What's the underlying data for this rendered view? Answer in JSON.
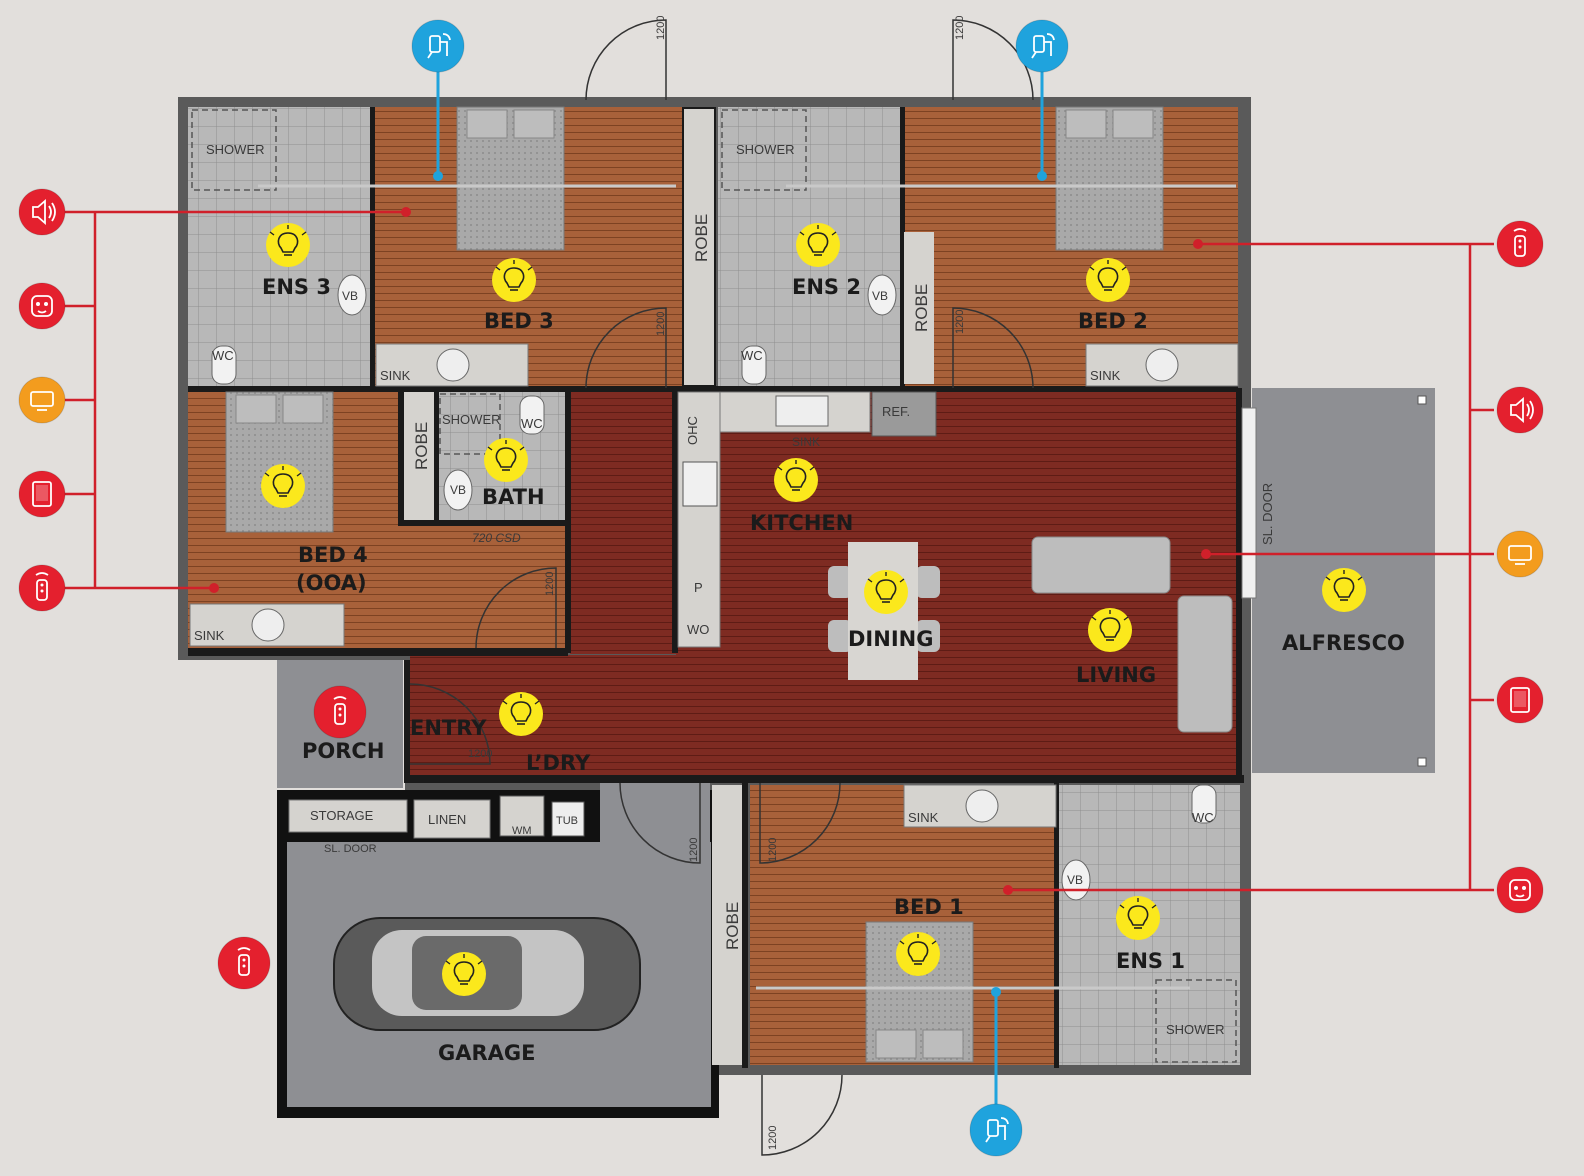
{
  "rooms": {
    "ens3": "ENS 3",
    "bed3": "BED 3",
    "ens2": "ENS 2",
    "bed2": "BED 2",
    "bed4_line1": "BED 4",
    "bed4_line2": "(OOA)",
    "bath": "BATH",
    "kitchen": "KITCHEN",
    "dining": "DINING",
    "living": "LIVING",
    "alfresco": "ALFRESCO",
    "porch": "PORCH",
    "entry": "ENTRY",
    "laundry": "L’DRY",
    "bed1": "BED 1",
    "ens1": "ENS 1",
    "garage": "GARAGE"
  },
  "fixtures": {
    "shower": "SHOWER",
    "robe": "ROBE",
    "sink": "SINK",
    "wc": "WC",
    "vb": "VB",
    "ohc": "OHC",
    "ref": "REF.",
    "p": "P",
    "wo": "WO",
    "csd": "720 CSD",
    "sl_door": "SL. DOOR",
    "storage": "STORAGE",
    "linen": "LINEN",
    "wm": "WM",
    "tub": "TUB",
    "door_width": "1200"
  },
  "device_icons": {
    "left": [
      "speaker-icon",
      "smart-plug-icon",
      "tv-icon",
      "tablet-icon",
      "remote-icon"
    ],
    "right": [
      "remote-icon",
      "speaker-icon",
      "tv-icon",
      "tablet-icon",
      "smart-plug-icon"
    ],
    "porch": "remote-icon",
    "garage": "remote-icon",
    "sensors": "door-sensor-icon",
    "lights": "light-bulb-icon"
  },
  "colors": {
    "background": "#e2dfdc",
    "device_red": "#e4202e",
    "device_orange": "#f39c1e",
    "sensor_blue": "#1fa3dd",
    "light_yellow": "#fbe81c",
    "wiring_red": "#d0202a",
    "timber_floor": "#a8613a",
    "living_floor": "#7e2b22",
    "tile_floor": "#b5b5b5",
    "concrete": "#8e8f93"
  }
}
